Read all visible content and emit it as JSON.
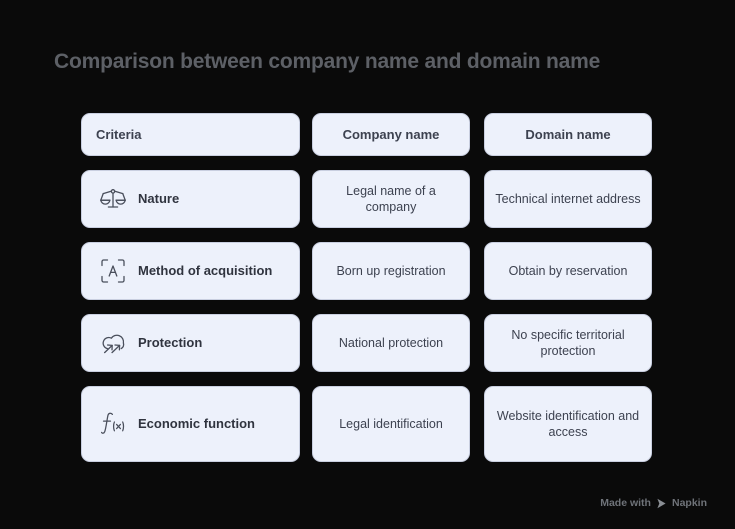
{
  "title": "Comparison between company name and domain name",
  "table": {
    "headers": [
      "Criteria",
      "Company name",
      "Domain name"
    ],
    "rows": [
      {
        "icon": "balance-scales-icon",
        "criteria": "Nature",
        "company": "Legal name of a company",
        "domain": "Technical internet address"
      },
      {
        "icon": "text-scan-a-icon",
        "criteria": "Method of acquisition",
        "company": "Born up registration",
        "domain": "Obtain by reservation"
      },
      {
        "icon": "cloud-arrows-up-icon",
        "criteria": "Protection",
        "company": "National protection",
        "domain": "No specific territorial protection"
      },
      {
        "icon": "function-fx-icon",
        "criteria": "Economic function",
        "company": "Legal identification",
        "domain": "Website identification and access"
      }
    ]
  },
  "watermark": {
    "text": "Made with",
    "brand": "Napkin",
    "logo_icon": "napkin-play-logo-icon"
  },
  "colors": {
    "background": "#0a0a0a",
    "card_background": "#edf1fb",
    "card_border": "#c9cfe0",
    "title_text": "#5d6066",
    "body_text": "#3d4250",
    "label_text": "#30343f",
    "icon_stroke": "#4a4f5c",
    "watermark_text": "#6f7379"
  }
}
